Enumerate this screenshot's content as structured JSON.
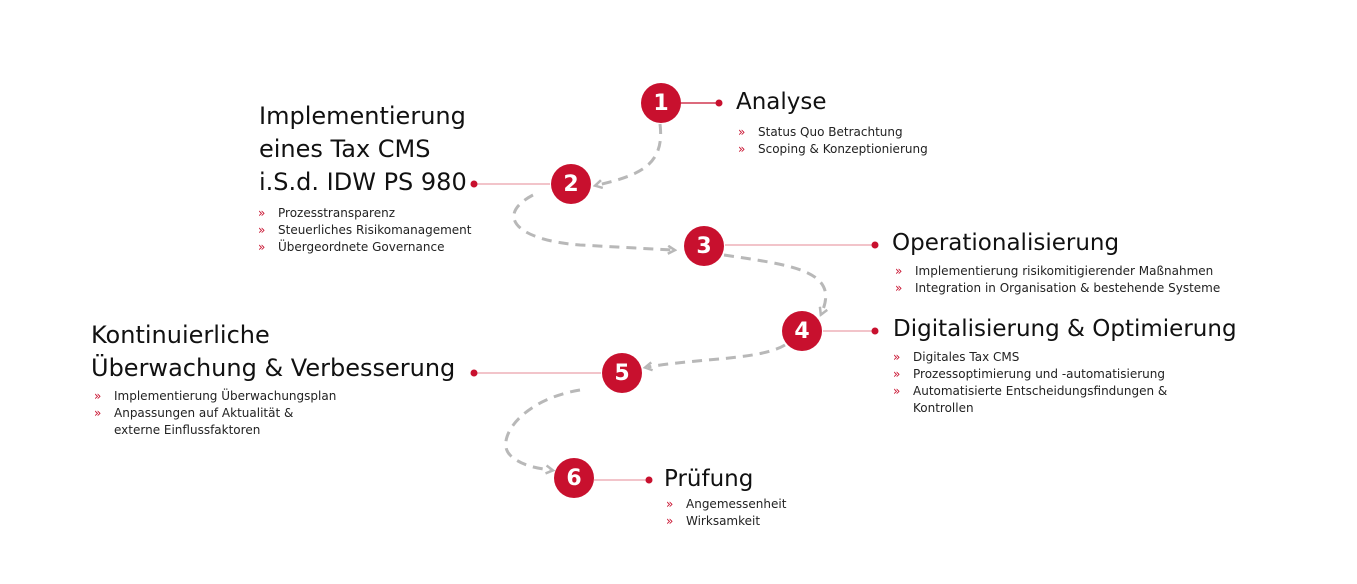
{
  "colors": {
    "accent": "#c8102e",
    "arrow": "#b8b8b8"
  },
  "bullet_mark": "»",
  "steps": [
    {
      "number": "1",
      "title": "Analyse",
      "bullets": [
        "Status Quo Betrachtung",
        "Scoping & Konzeptionierung"
      ]
    },
    {
      "number": "2",
      "title_lines": [
        "Implementierung",
        "eines Tax CMS",
        "i.S.d. IDW PS 980"
      ],
      "bullets": [
        "Prozesstransparenz",
        "Steuerliches Risikomanagement",
        "Übergeordnete Governance"
      ]
    },
    {
      "number": "3",
      "title": "Operationalisierung",
      "bullets": [
        "Implementierung risikomitigierender Maßnahmen",
        "Integration in Organisation & bestehende Systeme"
      ]
    },
    {
      "number": "4",
      "title": "Digitalisierung & Optimierung",
      "bullets": [
        "Digitales Tax CMS",
        "Prozessoptimierung und -automatisierung",
        "Automatisierte Entscheidungsfindungen &\nKontrollen"
      ]
    },
    {
      "number": "5",
      "title_lines": [
        "Kontinuierliche",
        "Überwachung & Verbesserung"
      ],
      "bullets": [
        "Implementierung Überwachungsplan",
        "Anpassungen auf Aktualität &\nexterne Einflussfaktoren"
      ]
    },
    {
      "number": "6",
      "title": "Prüfung",
      "bullets": [
        "Angemessenheit",
        "Wirksamkeit"
      ]
    }
  ]
}
